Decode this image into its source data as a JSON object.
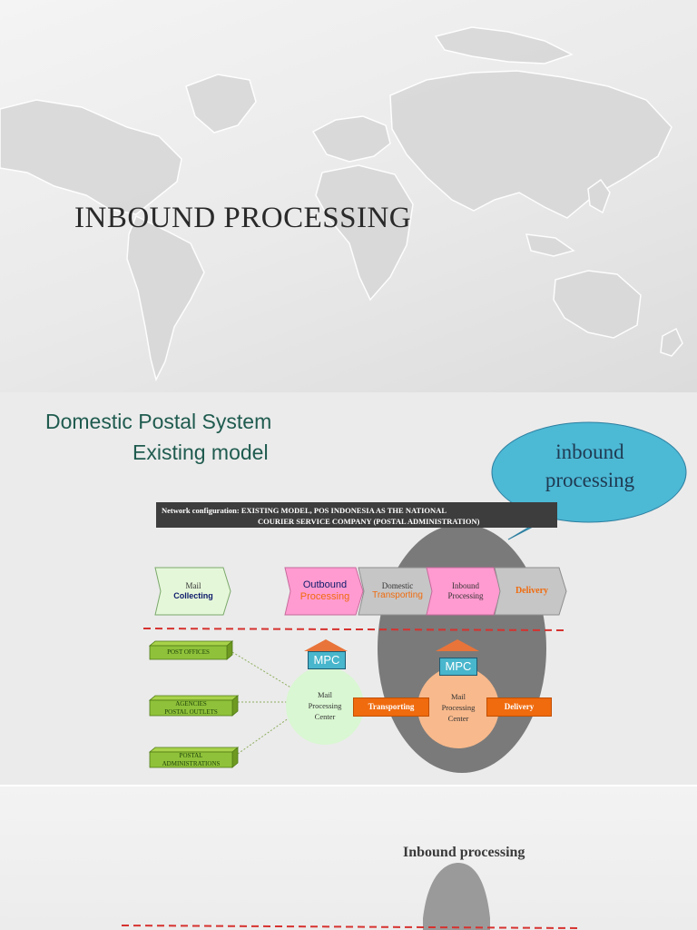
{
  "slide1": {
    "title": "INBOUND PROCESSING"
  },
  "slide2": {
    "title_line1": "Domestic Postal System",
    "title_line2": "Existing model",
    "bubble": {
      "line1": "inbound",
      "line2": "processing"
    },
    "network_bar": {
      "line1": "Network configuration:  EXISTING MODEL, POS INDONESIA AS THE NATIONAL",
      "line2": "COURIER SERVICE COMPANY (POSTAL ADMINISTRATION)"
    },
    "chevrons": [
      {
        "line1": "Mail",
        "line2": "Collecting"
      },
      {
        "line1": "Outbound",
        "line2": "Processing"
      },
      {
        "line1": "Domestic",
        "line2": "Transporting"
      },
      {
        "line1": "Inbound",
        "line2": "Processing"
      },
      {
        "line1": "Delivery",
        "line2": ""
      }
    ],
    "sources": [
      {
        "line1": "POST OFFICES",
        "line2": ""
      },
      {
        "line1": "AGENCIES",
        "line2": "POSTAL OUTLETS"
      },
      {
        "line1": "POSTAL",
        "line2": "ADMINISTRATIONS"
      }
    ],
    "mpc_label": "MPC",
    "mail_center": {
      "line1": "Mail",
      "line2": "Processing",
      "line3": "Center"
    },
    "transporting_label": "Transporting",
    "delivery_label": "Delivery",
    "colors": {
      "chevron_green": "#e5f7d9",
      "chevron_pink": "#ff9bd0",
      "chevron_grey": "#c6c6c6",
      "accent_orange": "#f06b0e",
      "dark_blue": "#0d1b6b",
      "bubble": "#4cb9d5",
      "title_green": "#1f5b4f"
    }
  },
  "slide3": {
    "title": "Inbound processing"
  }
}
